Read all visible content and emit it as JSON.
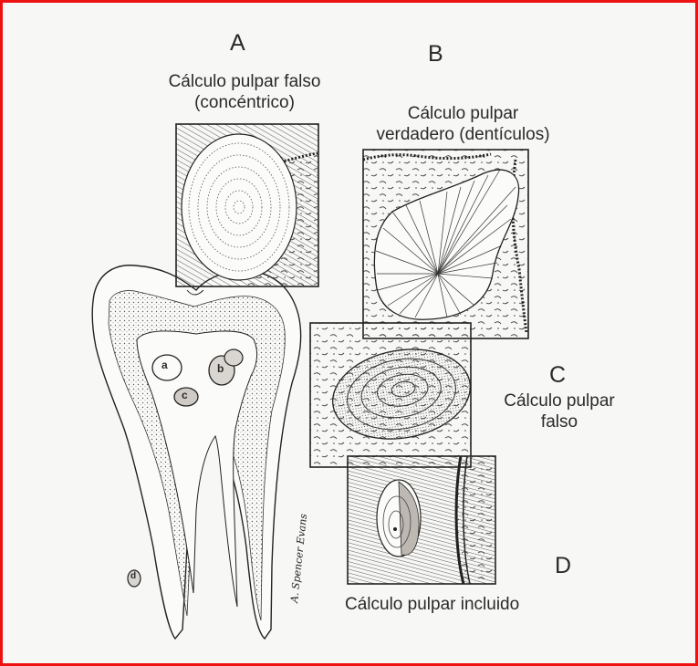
{
  "panels": {
    "A": {
      "letter": "A",
      "caption_line1": "Cálculo pulpar falso",
      "caption_line2": "(concéntrico)"
    },
    "B": {
      "letter": "B",
      "caption_line1": "Cálculo pulpar",
      "caption_line2": "verdadero (dentículos)"
    },
    "C": {
      "letter": "C",
      "caption_line1": "Cálculo pulpar",
      "caption_line2": "falso"
    },
    "D": {
      "letter": "D",
      "caption_line1": "Cálculo pulpar incluido"
    }
  },
  "tooth": {
    "markers": [
      "a",
      "b",
      "c",
      "d"
    ],
    "signature": "A. Spencer Evans"
  },
  "colors": {
    "frame_border": "#ee1111",
    "ink": "#222222",
    "background": "#f7f7f5"
  }
}
